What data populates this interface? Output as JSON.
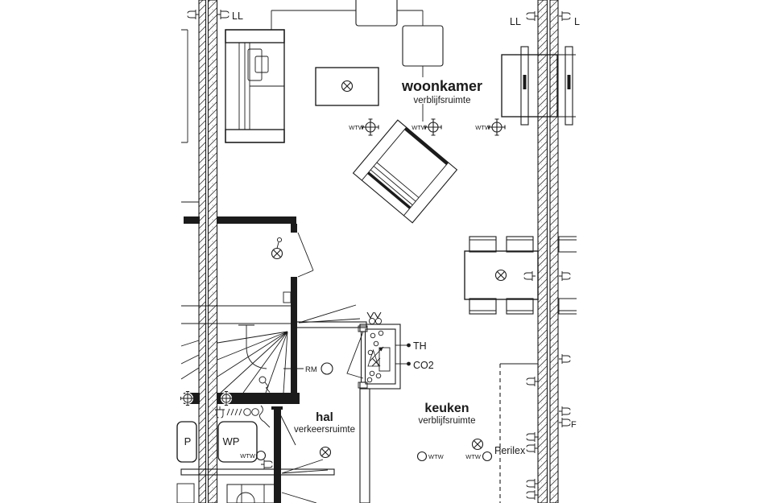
{
  "plan": {
    "background": "#ffffff",
    "line_color": "#1b1b1b",
    "rooms": [
      {
        "name": "woonkamer",
        "type": "verblijfsruimte"
      },
      {
        "name": "hal",
        "type": "verkeersruimte"
      },
      {
        "name": "keuken",
        "type": "verblijfsruimte"
      }
    ],
    "annotations": {
      "ll": "LL",
      "l": "L",
      "th": "TH",
      "co2": "CO2",
      "rm": "RM",
      "wp": "WP",
      "p": "P",
      "perilex": "Perilex",
      "f": "F",
      "wtw": "WTW"
    }
  }
}
